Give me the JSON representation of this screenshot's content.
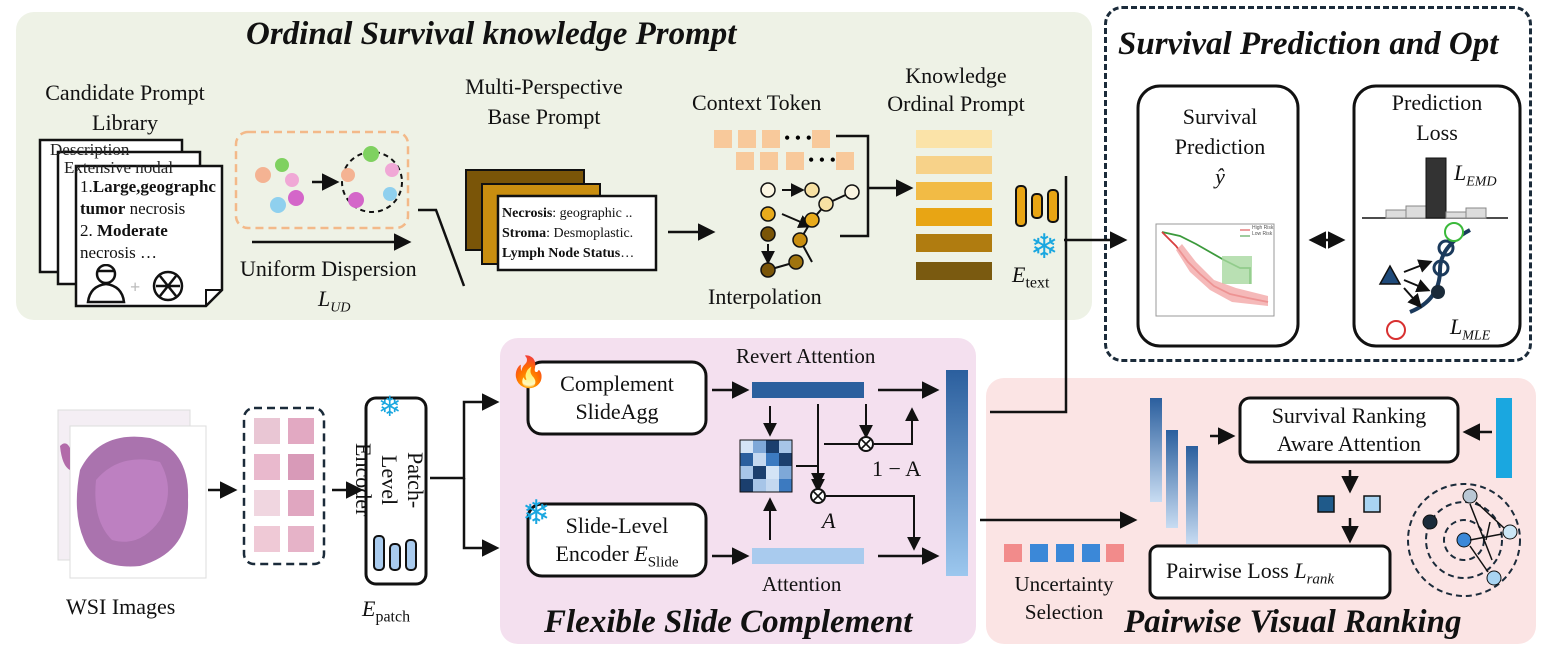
{
  "sections": {
    "ordinal": "Ordinal Survival knowledge Prompt",
    "survival_pred_opt": "Survival Prediction and Opt",
    "flexible": "Flexible Slide Complement",
    "pairwise": "Pairwise Visual Ranking"
  },
  "prompt": {
    "candidate_lib_l1": "Candidate Prompt",
    "candidate_lib_l2": "Library",
    "doc_item1": "1.",
    "doc_item1_bold": "Large,geographc",
    "doc_item1_bold2": "tumor",
    "doc_item1_rest": " necrosis",
    "doc_item2": "2. ",
    "doc_item2_bold": "Moderate",
    "doc_item2_rest": "necrosis …",
    "back_doc1": "Description",
    "back_doc2": "Extensive nodal",
    "uniform_dispersion": "Uniform Dispersion",
    "l_ud": "L",
    "l_ud_sub": "UD",
    "multi_persp_l1": "Multi-Perspective",
    "multi_persp_l2": "Base Prompt",
    "necrosis_key": "Necrosis",
    "necrosis_val": ": geographic ..",
    "stroma_key": "Stroma",
    "stroma_val": ": Desmoplastic.",
    "lymph_key": "Lymph Node Status",
    "lymph_val": "…",
    "context_token": "Context Token",
    "interpolation": "Interpolation",
    "knowledge_l1": "Knowledge",
    "knowledge_l2": "Ordinal Prompt",
    "e_text": "E",
    "e_text_sub": "text"
  },
  "prediction": {
    "survival_l1": "Survival",
    "survival_l2": "Prediction",
    "y_hat": "ŷ",
    "loss_l1": "Prediction",
    "loss_l2": "Loss",
    "l_emd": "L",
    "l_emd_sub": "EMD",
    "l_mle": "L",
    "l_mle_sub": "MLE",
    "km_legend1": "High Risk",
    "km_legend2": "Low Risk"
  },
  "wsi": {
    "wsi_images": "WSI Images",
    "patch_encoder": "Patch-Level Encoder",
    "e_patch": "E",
    "e_patch_sub": "patch"
  },
  "flexible": {
    "complement_l1": "Complement",
    "complement_l2": "SlideAgg",
    "slide_enc_l1": "Slide-Level",
    "slide_enc_l2": "Encoder ",
    "e_slide": "E",
    "e_slide_sub": "Slide",
    "revert_attention": "Revert Attention",
    "attention": "Attention",
    "one_minus_a": "1 − A",
    "a": "A"
  },
  "ranking": {
    "sra_l1": "Survival Ranking",
    "sra_l2": "Aware Attention",
    "uncertainty_l1": "Uncertainty",
    "uncertainty_l2": "Selection",
    "pairwise_loss": "Pairwise Loss  ",
    "l_rank": "L",
    "l_rank_sub": "rank"
  },
  "colors": {
    "green_panel": "#eef2e6",
    "pink_panel": "#f4e0ef",
    "red_panel": "#fbe4e4",
    "orange_token": "#f8c99b",
    "ordinal_1": "#fbe3a8",
    "ordinal_6": "#7a5a10",
    "blue_dark": "#2b5f9e",
    "blue_light": "#a9cbee",
    "cyan": "#1aa7e0"
  }
}
